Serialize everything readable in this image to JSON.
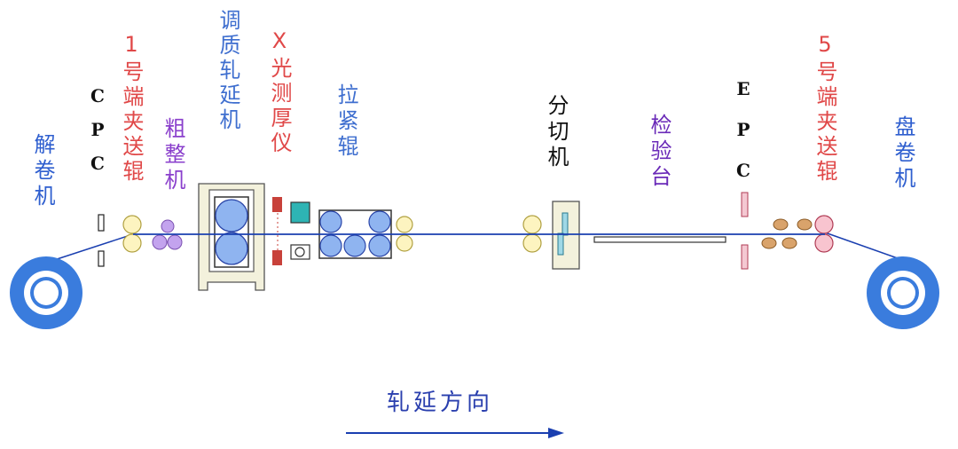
{
  "colors": {
    "strip": "#1a3fb0",
    "roll_fill": "#8fb4f0",
    "roll_stroke": "#2a45a8",
    "coil": "#3a7cdd",
    "pinch_fill": "#fdf4c0",
    "pinch_stroke": "#b0a040",
    "leveler_fill": "#c3a3ee",
    "leveler_stroke": "#7a50b0",
    "frame_fill": "#f3f1dc",
    "frame_stroke": "#555555",
    "xray_source": "#c8413a",
    "xray_detector": "#2eb4b4",
    "epc_fill": "#f4c8d2",
    "epc_stroke": "#b03c55",
    "deflector_fill": "#d9a36b",
    "exit_pinch_fill": "#f8c4cf"
  },
  "labels": {
    "uncoiler": "解卷机",
    "cpc": "CPC",
    "pinch_roll_1": "1号端夹送辊",
    "leveler": "粗整机",
    "temper_mill": "调质轧延机",
    "xray_gauge": "X光测厚仪",
    "tension_roll": "拉紧辊",
    "shear": "分切机",
    "inspection": "检验台",
    "epc": "EPC",
    "pinch_roll_5": "5号端夹送辊",
    "recoiler": "盘卷机",
    "direction": "轧延方向"
  },
  "label_colors": {
    "uncoiler": "#2f5fcf",
    "cpc": "#111111",
    "pinch_roll_1": "#e04848",
    "leveler": "#8a3fcc",
    "temper_mill": "#3e6ecf",
    "xray_gauge": "#e04848",
    "tension_roll": "#3e6ecf",
    "shear": "#111111",
    "inspection": "#6a2ab8",
    "epc": "#111111",
    "pinch_roll_5": "#e04848",
    "recoiler": "#2f5fcf",
    "direction": "#2a3fae"
  }
}
